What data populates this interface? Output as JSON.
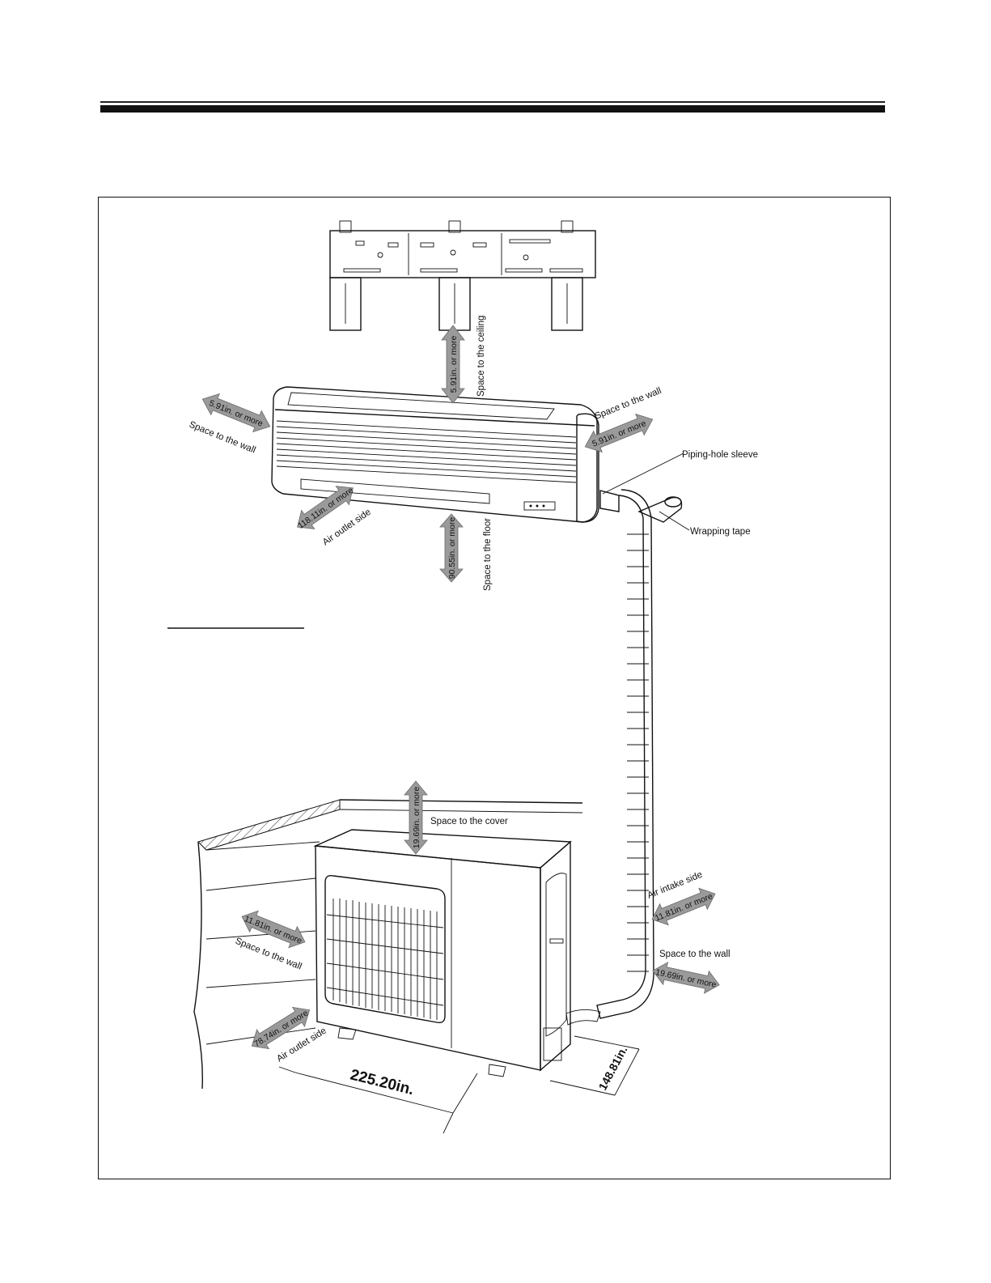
{
  "labels": {
    "piping_hole_sleeve": "Piping-hole sleeve",
    "wrapping_tape": "Wrapping tape",
    "indoor": {
      "ceiling_value": "5.91in. or more",
      "ceiling_label": "Space to the ceiling",
      "left_wall_value": "5.91in. or more",
      "left_wall_label": "Space to the wall",
      "right_wall_value": "5.91in. or more",
      "right_wall_label": "Space to the wall",
      "outlet_value": "118.11in. or more",
      "outlet_label": "Air outlet side",
      "floor_value": "90.55in. or more",
      "floor_label": "Space to the floor"
    },
    "outdoor": {
      "cover_value": "19.69in. or more",
      "cover_label": "Space to the cover",
      "left_wall_value": "11.81in. or more",
      "left_wall_label": "Space to the wall",
      "outlet_value": "78.74in. or more",
      "outlet_label": "Air outlet side",
      "intake_label": "Air intake side",
      "intake_value": "11.81in. or more",
      "right_wall_label": "Space to the wall",
      "right_wall_value": "19.69in. or more",
      "width_dim": "225.20in.",
      "depth_dim": "148.81in."
    }
  },
  "colors": {
    "arrow_fill": "#9a9a9a",
    "line": "#111111",
    "background": "#ffffff"
  }
}
